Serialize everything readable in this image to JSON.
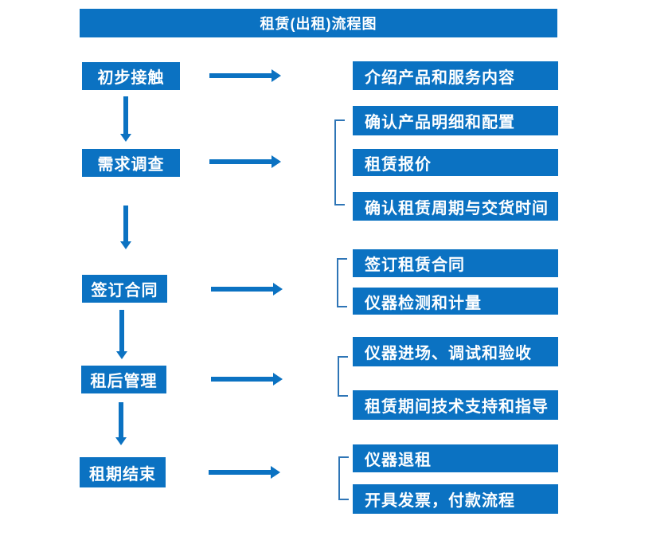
{
  "title": "租赁(出租)流程图",
  "colors": {
    "primary_blue": "#0b72c2",
    "bracket_blue": "#2e75b6",
    "text_white": "#ffffff",
    "background": "#ffffff"
  },
  "stages": [
    {
      "label": "初步接触",
      "details": [
        "介绍产品和服务内容"
      ]
    },
    {
      "label": "需求调查",
      "details": [
        "确认产品明细和配置",
        "租赁报价",
        "确认租赁周期与交货时间"
      ]
    },
    {
      "label": "签订合同",
      "details": [
        "签订租赁合同",
        "仪器检测和计量"
      ]
    },
    {
      "label": "租后管理",
      "details": [
        "仪器进场、调试和验收",
        "租赁期间技术支持和指导"
      ]
    },
    {
      "label": "租期结束",
      "details": [
        "仪器退租",
        "开具发票，付款流程"
      ]
    }
  ]
}
